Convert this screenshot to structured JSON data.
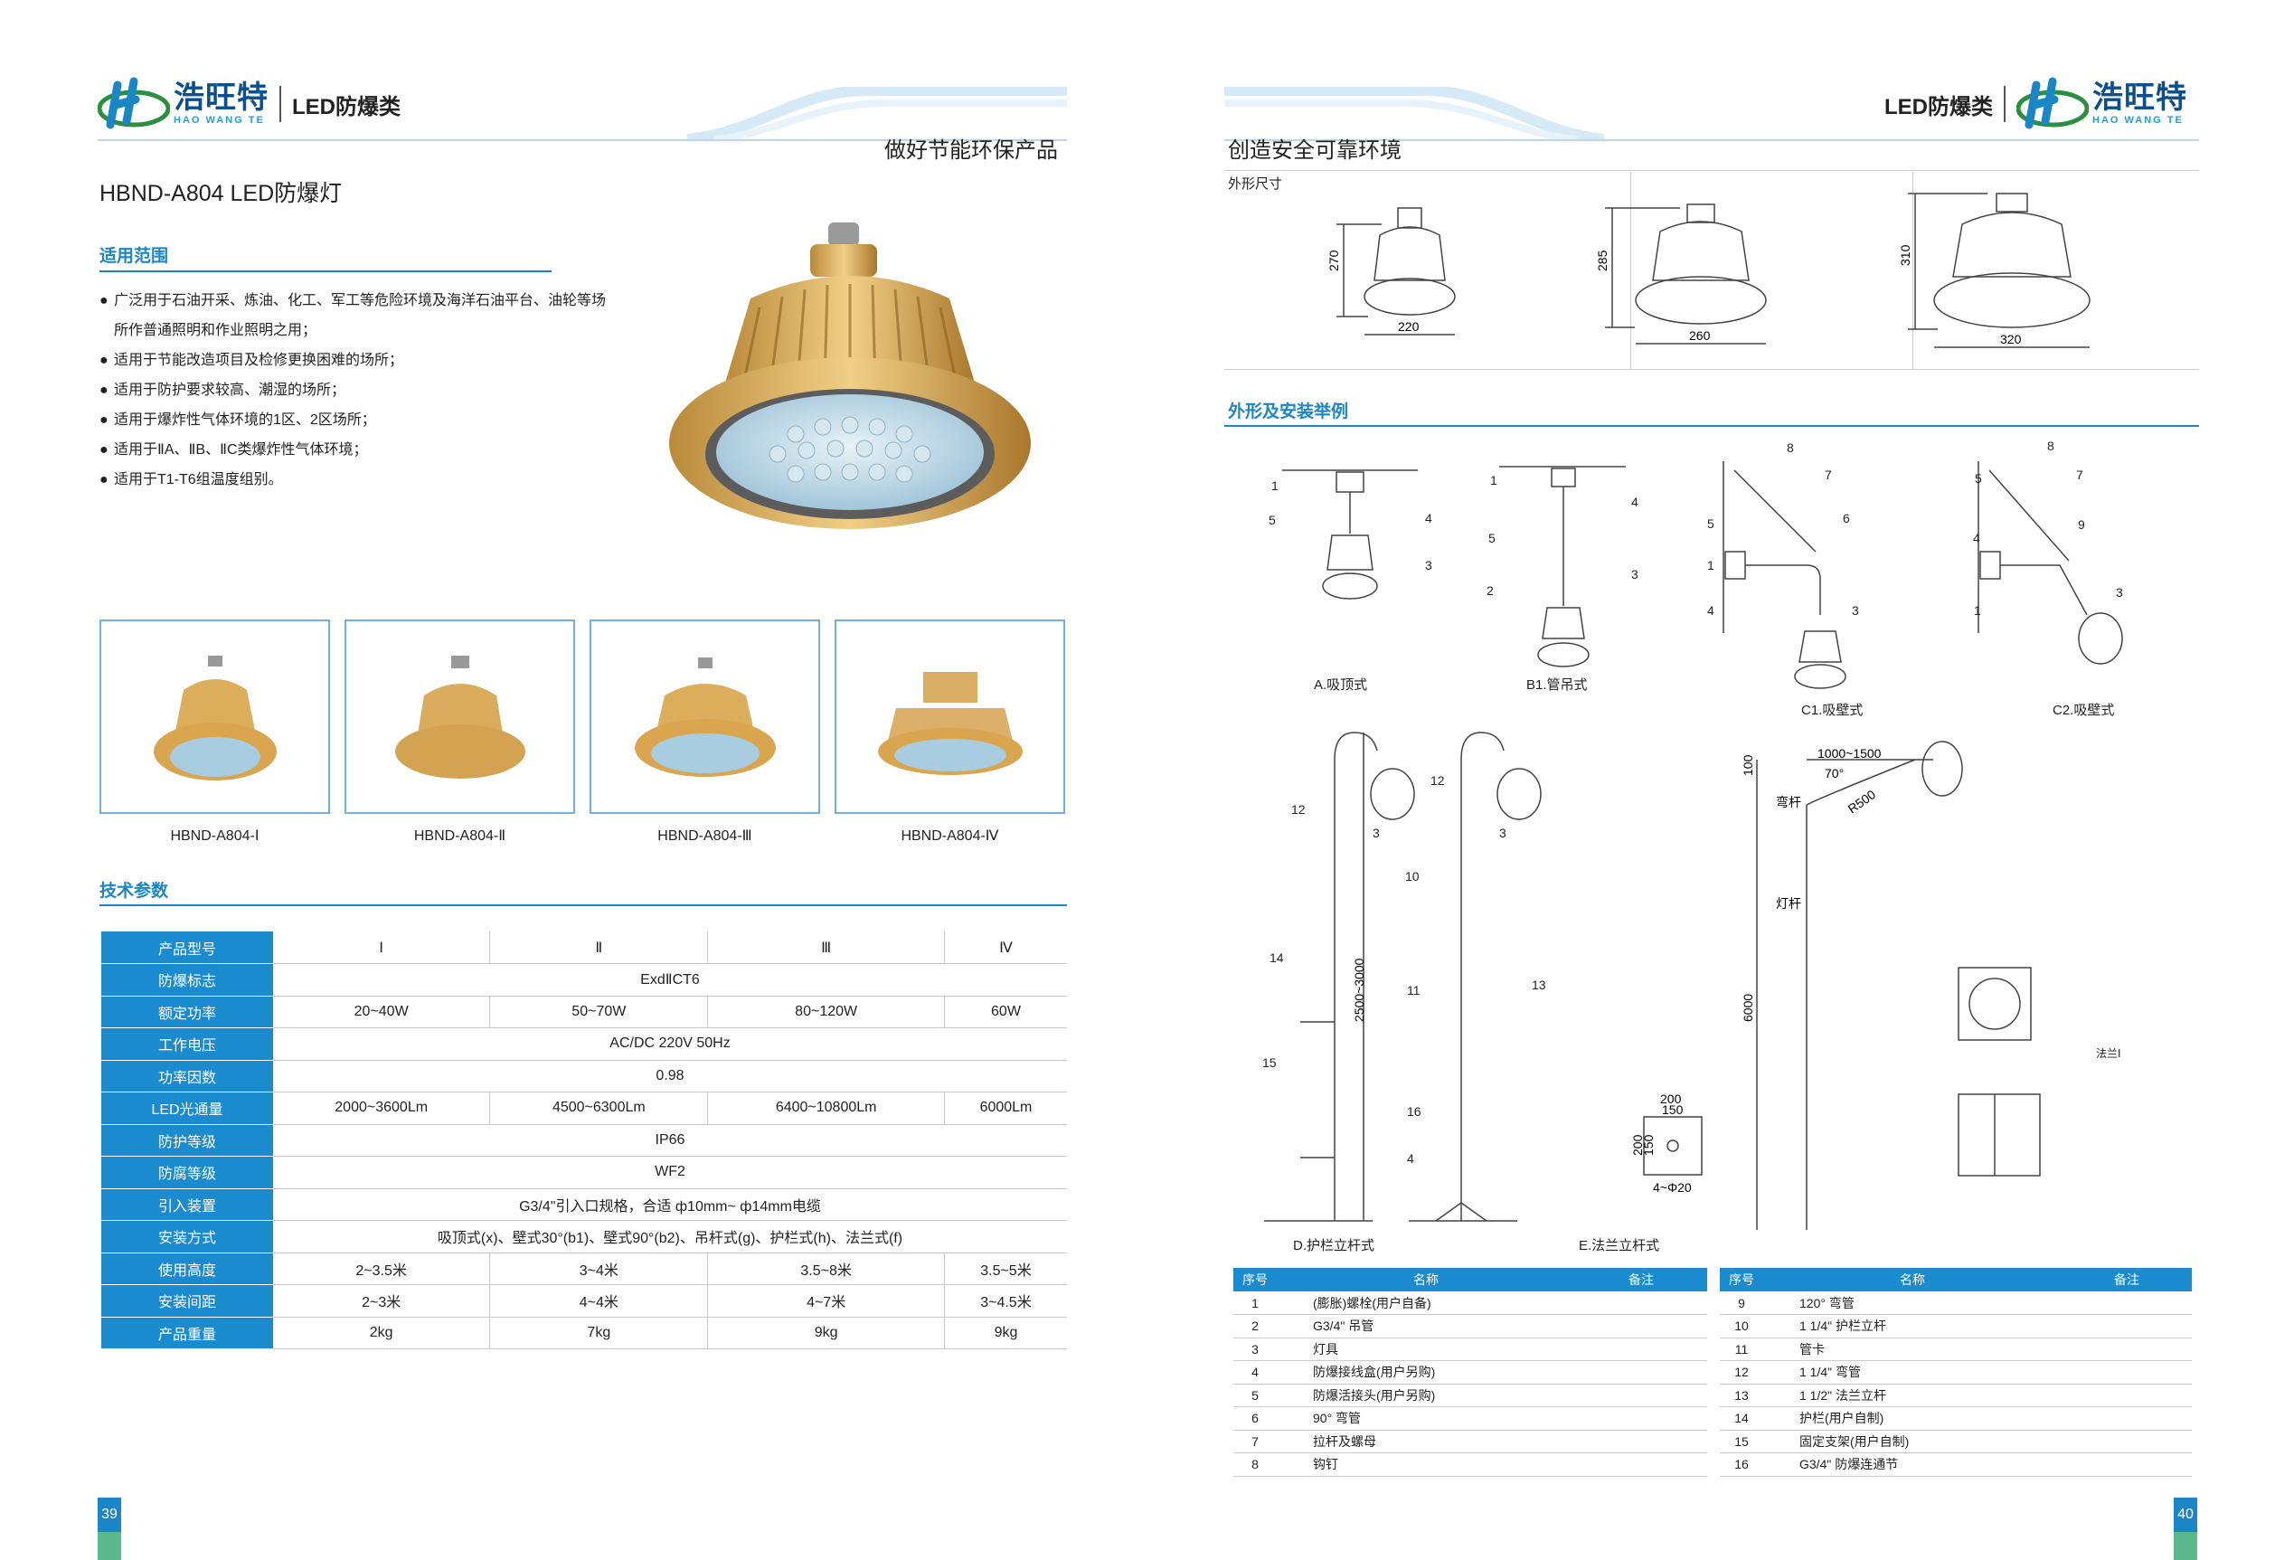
{
  "left_page": {
    "logo": {
      "cn": "浩旺特",
      "en": "HAO WANG TE"
    },
    "category": "LED防爆类",
    "slogan": "做好节能环保产品",
    "product_title": "HBND-A804 LED防爆灯",
    "scope_title": "适用范围",
    "scope_items": [
      "广泛用于石油开采、炼油、化工、军工等危险环境及海洋石油平台、油轮等场所作普通照明和作业照明之用；",
      "适用于节能改造项目及检修更换困难的场所；",
      "适用于防护要求较高、潮湿的场所；",
      "适用于爆炸性气体环境的1区、2区场所；",
      "适用于ⅡA、ⅡB、ⅡC类爆炸性气体环境；",
      "适用于T1-T6组温度组别。"
    ],
    "models": [
      "HBND-A804-Ⅰ",
      "HBND-A804-Ⅱ",
      "HBND-A804-Ⅲ",
      "HBND-A804-Ⅳ"
    ],
    "tech_title": "技术参数",
    "spec_rows": [
      {
        "label": "产品型号",
        "values": [
          "Ⅰ",
          "Ⅱ",
          "Ⅲ",
          "Ⅳ"
        ]
      },
      {
        "label": "防爆标志",
        "values": [
          "ExdⅡCT6"
        ]
      },
      {
        "label": "额定功率",
        "values": [
          "20~40W",
          "50~70W",
          "80~120W",
          "60W"
        ]
      },
      {
        "label": "工作电压",
        "values": [
          "AC/DC 220V   50Hz"
        ]
      },
      {
        "label": "功率因数",
        "values": [
          "0.98"
        ]
      },
      {
        "label": "LED光通量",
        "values": [
          "2000~3600Lm",
          "4500~6300Lm",
          "6400~10800Lm",
          "6000Lm"
        ]
      },
      {
        "label": "防护等级",
        "values": [
          "IP66"
        ]
      },
      {
        "label": "防腐等级",
        "values": [
          "WF2"
        ]
      },
      {
        "label": "引入装置",
        "values": [
          "G3/4\"引入口规格，合适 ф10mm~ ф14mm电缆"
        ]
      },
      {
        "label": "安装方式",
        "values": [
          "吸顶式(x)、壁式30°(b1)、壁式90°(b2)、吊杆式(g)、护栏式(h)、法兰式(f)"
        ]
      },
      {
        "label": "使用高度",
        "values": [
          "2~3.5米",
          "3~4米",
          "3.5~8米",
          "3.5~5米"
        ]
      },
      {
        "label": "安装间距",
        "values": [
          "2~3米",
          "4~4米",
          "4~7米",
          "3~4.5米"
        ]
      },
      {
        "label": "产品重量",
        "values": [
          "2kg",
          "7kg",
          "9kg",
          "9kg"
        ]
      }
    ],
    "page_number": "39"
  },
  "right_page": {
    "logo": {
      "cn": "浩旺特",
      "en": "HAO WANG TE"
    },
    "category": "LED防爆类",
    "slogan": "创造安全可靠环境",
    "dims_label": "外形尺寸",
    "dims": [
      {
        "h": "270",
        "w": "220"
      },
      {
        "h": "285",
        "w": "260"
      },
      {
        "h": "310",
        "w": "320"
      }
    ],
    "install_title": "外形及安装举例",
    "figure_captions": {
      "a": "A.吸顶式",
      "b1": "B1.管吊式",
      "c1": "C1.吸壁式",
      "c2": "C2.吸壁式",
      "d": "D.护栏立杆式",
      "e": "E.法兰立杆式",
      "flange": "法兰Ⅰ"
    },
    "figure_labels": {
      "bend": "弯杆",
      "pole": "灯杆",
      "span": "1000~1500",
      "angle": "70°",
      "radius": "R500",
      "height_e": "2500~3000",
      "height_f": "6000",
      "top_f": "100",
      "flange_200a": "200",
      "flange_150a": "150",
      "flange_200b": "200",
      "flange_150b": "150",
      "flange_hole": "4~Φ20"
    },
    "parts_headers": [
      "序号",
      "名称",
      "备注"
    ],
    "parts_left": [
      [
        "1",
        "(膨胀)螺栓(用户自备)",
        ""
      ],
      [
        "2",
        "G3/4\" 吊管",
        ""
      ],
      [
        "3",
        "灯具",
        ""
      ],
      [
        "4",
        "防爆接线盒(用户另购)",
        ""
      ],
      [
        "5",
        "防爆活接头(用户另购)",
        ""
      ],
      [
        "6",
        "90° 弯管",
        ""
      ],
      [
        "7",
        "拉杆及螺母",
        ""
      ],
      [
        "8",
        "钩钉",
        ""
      ]
    ],
    "parts_right": [
      [
        "9",
        "120° 弯管",
        ""
      ],
      [
        "10",
        "1 1/4\" 护栏立杆",
        ""
      ],
      [
        "11",
        "管卡",
        ""
      ],
      [
        "12",
        "1 1/4\" 弯管",
        ""
      ],
      [
        "13",
        "1 1/2\" 法兰立杆",
        ""
      ],
      [
        "14",
        "护栏(用户自制)",
        ""
      ],
      [
        "15",
        "固定支架(用户自制)",
        ""
      ],
      [
        "16",
        "G3/4\" 防爆连通节",
        ""
      ]
    ],
    "page_number": "40"
  },
  "colors": {
    "brand_blue": "#1a86c7",
    "header_blue": "#1b8bd0",
    "lamp_yellow": "#e3b661",
    "page_green": "#5ab88a"
  }
}
